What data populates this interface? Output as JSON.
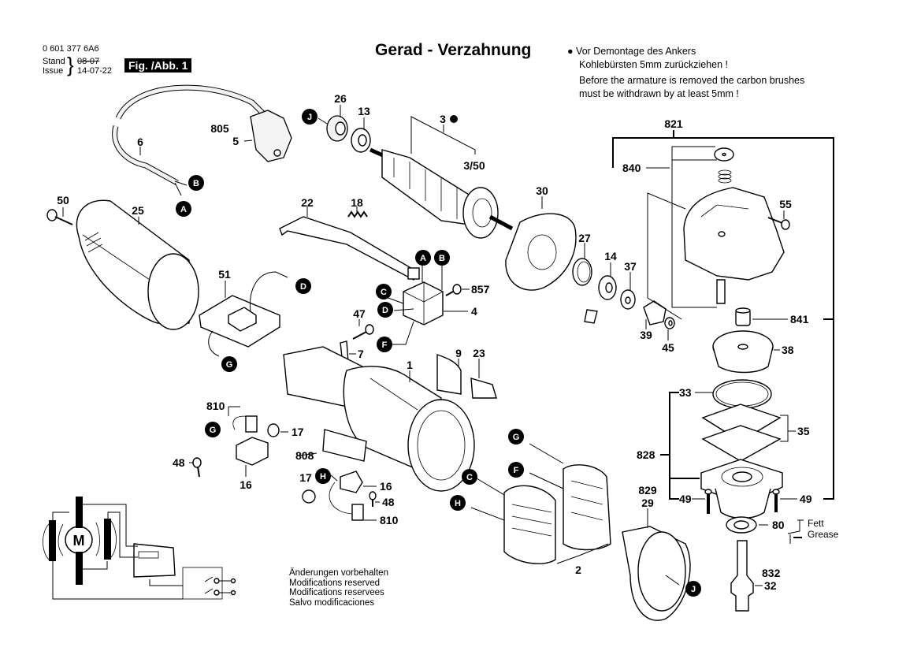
{
  "header": {
    "part_number": "0 601 377 6A6",
    "stand_label": "Stand",
    "issue_label": "Issue",
    "stand_date_struck": "08-07",
    "issue_date": "14-07-22",
    "figure_label": "Fig. /Abb. 1",
    "title": "Gerad - Verzahnung"
  },
  "note": {
    "bullet": "●",
    "de_line1": "Vor Demontage des Ankers",
    "de_line2": "Kohlebürsten 5mm zurückziehen !",
    "en_line1": "Before the armature is removed the carbon brushes",
    "en_line2": "must be withdrawn by at least 5mm !"
  },
  "modifications": {
    "de": "Änderungen vorbehalten",
    "en": "Modifications reserved",
    "fr": "Modifications reservees",
    "es": "Salvo modificaciones"
  },
  "grease": {
    "de": "Fett",
    "en": "Grease"
  },
  "schematic": {
    "motor_label": "M"
  },
  "parts": {
    "p805": "805",
    "p5": "5",
    "p6": "6",
    "p50": "50",
    "p25": "25",
    "p26": "26",
    "p13": "13",
    "p3": "3",
    "p3_50": "3/50",
    "p22": "22",
    "p18": "18",
    "p30": "30",
    "p51": "51",
    "p857": "857",
    "p4": "4",
    "p47": "47",
    "p7": "7",
    "p27": "27",
    "p14": "14",
    "p37": "37",
    "p39": "39",
    "p45": "45",
    "p821": "821",
    "p840": "840",
    "p55": "55",
    "p841": "841",
    "p38": "38",
    "p33": "33",
    "p35": "35",
    "p828": "828",
    "p49a": "49",
    "p49b": "49",
    "p80": "80",
    "p829": "829",
    "p29": "29",
    "p832": "832",
    "p32": "32",
    "p1": "1",
    "p9": "9",
    "p23": "23",
    "p810a": "810",
    "p17a": "17",
    "p48a": "48",
    "p16a": "16",
    "p808": "808",
    "p17b": "17",
    "p16b": "16",
    "p48b": "48",
    "p810b": "810",
    "p2": "2"
  },
  "refs": {
    "J_top": "J",
    "B_cable": "B",
    "A_cable": "A",
    "A_switch": "A",
    "B_switch": "B",
    "C_switch": "C",
    "D_switch": "D",
    "D_filter": "D",
    "F_switch": "F",
    "G_filter": "G",
    "G_brush": "G",
    "H_brush": "H",
    "G_field": "G",
    "F_field": "F",
    "C_field": "C",
    "H_field": "H",
    "J_guard": "J"
  }
}
